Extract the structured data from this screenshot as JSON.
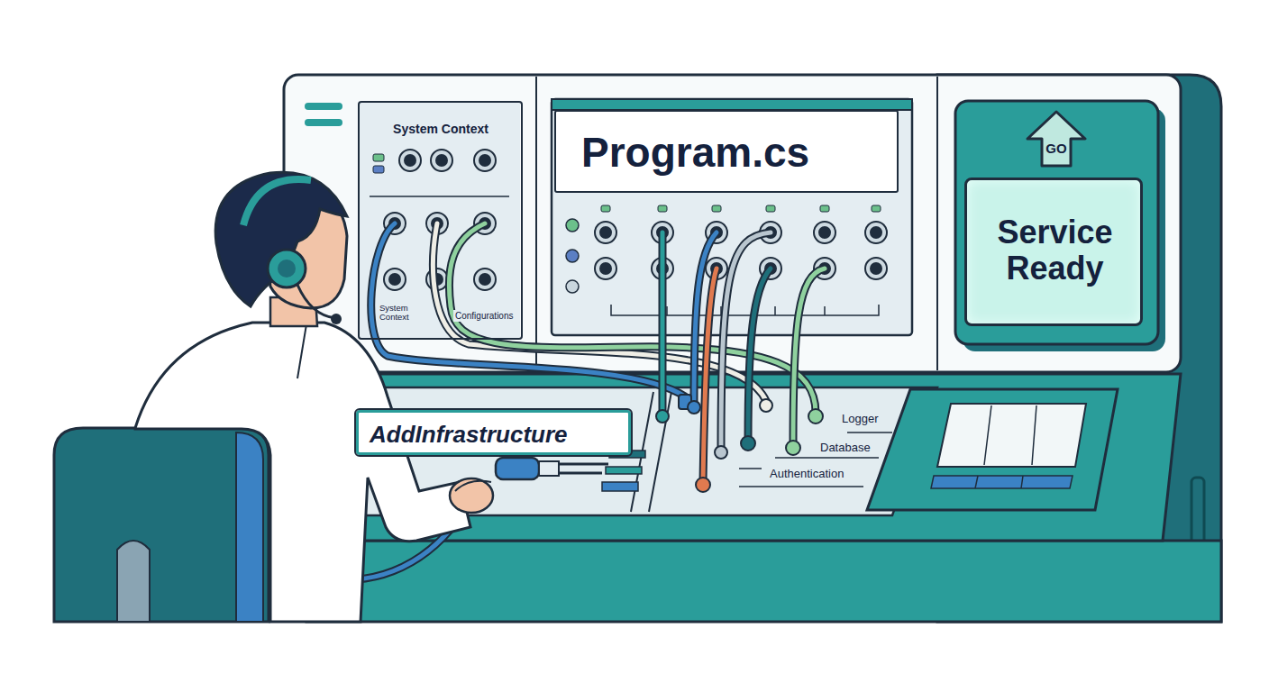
{
  "diagram": {
    "nodes": [
      {
        "text": [
          "System Context",
          "System Context",
          "Configurations"
        ]
      },
      {
        "text": [
          "Program.cs"
        ]
      },
      {
        "text": [
          "GO"
        ]
      },
      {
        "text": [
          "Service Ready"
        ]
      },
      {
        "text": [
          "AddInfrastructure"
        ]
      }
    ],
    "labels": [
      "Logger",
      "Database",
      "Authentication"
    ]
  }
}
